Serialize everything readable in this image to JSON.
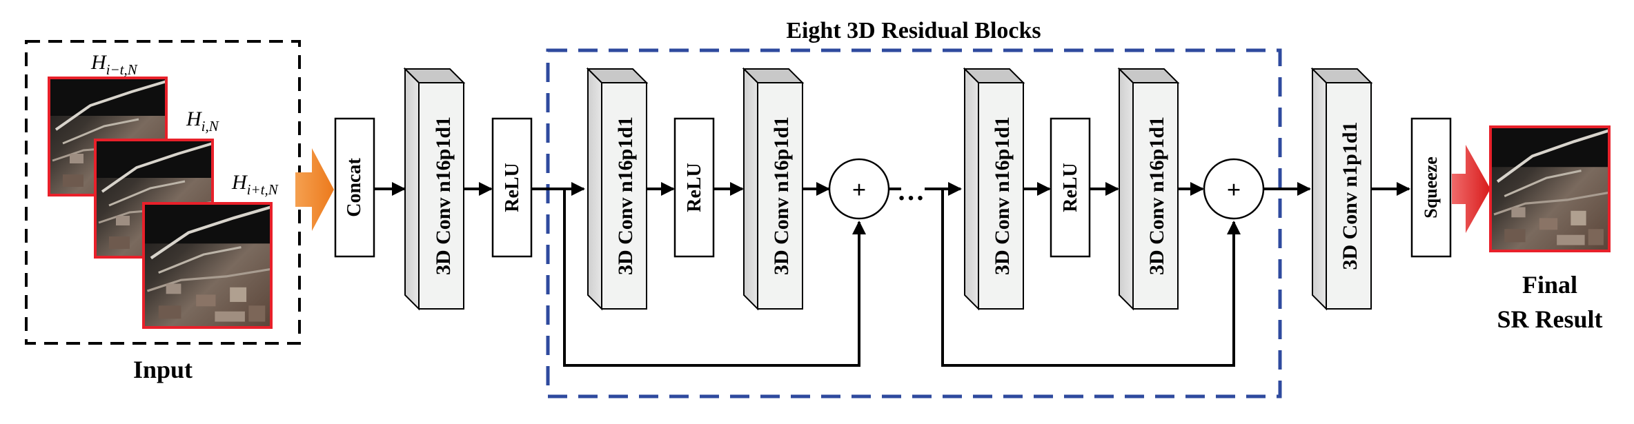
{
  "input": {
    "caption": "Input",
    "frame_labels": {
      "prev": {
        "base": "H",
        "sub": "i−t,N"
      },
      "curr": {
        "base": "H",
        "sub": "i,N"
      },
      "next": {
        "base": "H",
        "sub": "i+t,N"
      }
    }
  },
  "blocks": {
    "concat": "Concat",
    "conv_first": "3D Conv n16p1d1",
    "relu_first": "ReLU",
    "res1_conv_a": "3D Conv n16p1d1",
    "res1_relu": "ReLU",
    "res1_conv_b": "3D Conv n16p1d1",
    "res2_conv_a": "3D Conv n16p1d1",
    "res2_relu": "ReLU",
    "res2_conv_b": "3D Conv n16p1d1",
    "conv_last": "3D Conv n1p1d1",
    "squeeze": "Squeeze"
  },
  "residual_group": {
    "title": "Eight 3D Residual Blocks",
    "ellipsis": "…",
    "sum_symbol": "+"
  },
  "output": {
    "caption_line1": "Final",
    "caption_line2": "SR Result"
  },
  "colors": {
    "input_border": "#000000",
    "residual_border": "#2e4a9e",
    "image_frame": "#e8202a",
    "input_arrow": "#f08a2a",
    "output_arrow": "#e8202a",
    "block_face": "#f2f3f2",
    "block_side": "#d9d9d9"
  }
}
